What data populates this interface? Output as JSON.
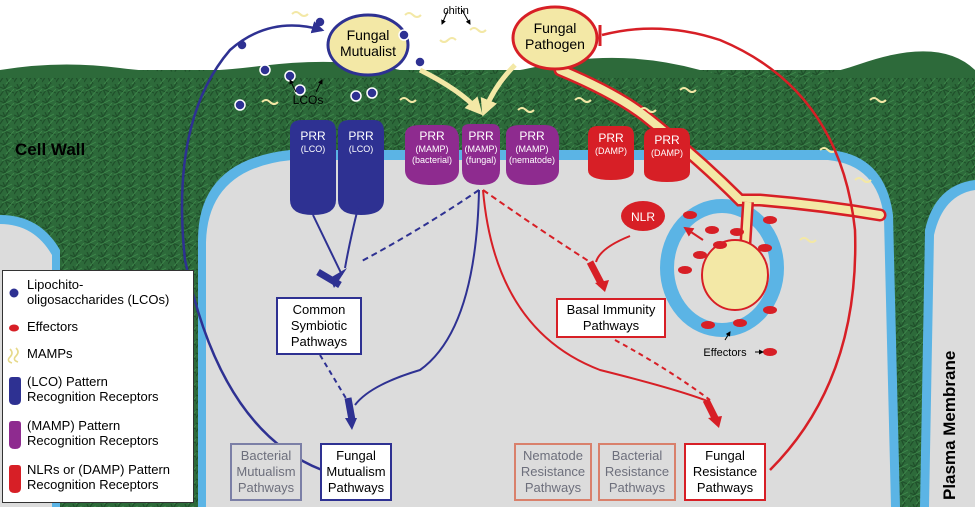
{
  "labels": {
    "fungal_mutualist": "Fungal\nMutualist",
    "fungal_pathogen": "Fungal\nPathogen",
    "chitin": "chitin",
    "lcos": "LCOs",
    "cell_wall": "Cell Wall",
    "plasma_membrane": "Plasma Membrane",
    "nlr": "NLR",
    "effectors": "Effectors"
  },
  "receptors": [
    {
      "name": "PRR",
      "sub": "(LCO)",
      "kind": "lco"
    },
    {
      "name": "PRR",
      "sub": "(LCO)",
      "kind": "lco"
    },
    {
      "name": "PRR",
      "sub": "(MAMP)\n(bacterial)",
      "kind": "mamp"
    },
    {
      "name": "PRR",
      "sub": "(MAMP)\n(fungal)",
      "kind": "mamp"
    },
    {
      "name": "PRR",
      "sub": "(MAMP)\n(nematode)",
      "kind": "mamp"
    },
    {
      "name": "PRR",
      "sub": "(DAMP)",
      "kind": "damp"
    },
    {
      "name": "PRR",
      "sub": "(DAMP)",
      "kind": "damp"
    }
  ],
  "pathways": {
    "common_symbiotic": "Common\nSymbiotic\nPathways",
    "basal_immunity": "Basal Immunity\nPathways",
    "fungal_mutualism": "Fungal\nMutualism\nPathways",
    "bacterial_mutualism": "Bacterial\nMutualism\nPathways",
    "nematode_resistance": "Nematode\nResistance\nPathways",
    "bacterial_resistance": "Bacterial\nResistance\nPathways",
    "fungal_resistance": "Fungal\nResistance\nPathways"
  },
  "legend": [
    {
      "icon": "lco-dot-icon",
      "text": "Lipochito-\noligosaccharides (LCOs)"
    },
    {
      "icon": "effector-icon",
      "text": "Effectors"
    },
    {
      "icon": "mamp-icon",
      "text": "MAMPs"
    },
    {
      "icon": "lco-receptor-icon",
      "text": "(LCO) Pattern\nRecognition Receptors"
    },
    {
      "icon": "mamp-receptor-icon",
      "text": "(MAMP) Pattern\nRecognition Receptors"
    },
    {
      "icon": "damp-receptor-icon",
      "text": "NLRs or (DAMP) Pattern\nRecognition Receptors"
    }
  ],
  "colors": {
    "cell_wall": "#2d6a3a",
    "membrane": "#5bb4e5",
    "cytoplasm": "#dcdcdc",
    "fungus": "#f3e8a6",
    "lco": "#2e3192",
    "mamp": "#8e2b8f",
    "damp": "#d71f26"
  }
}
